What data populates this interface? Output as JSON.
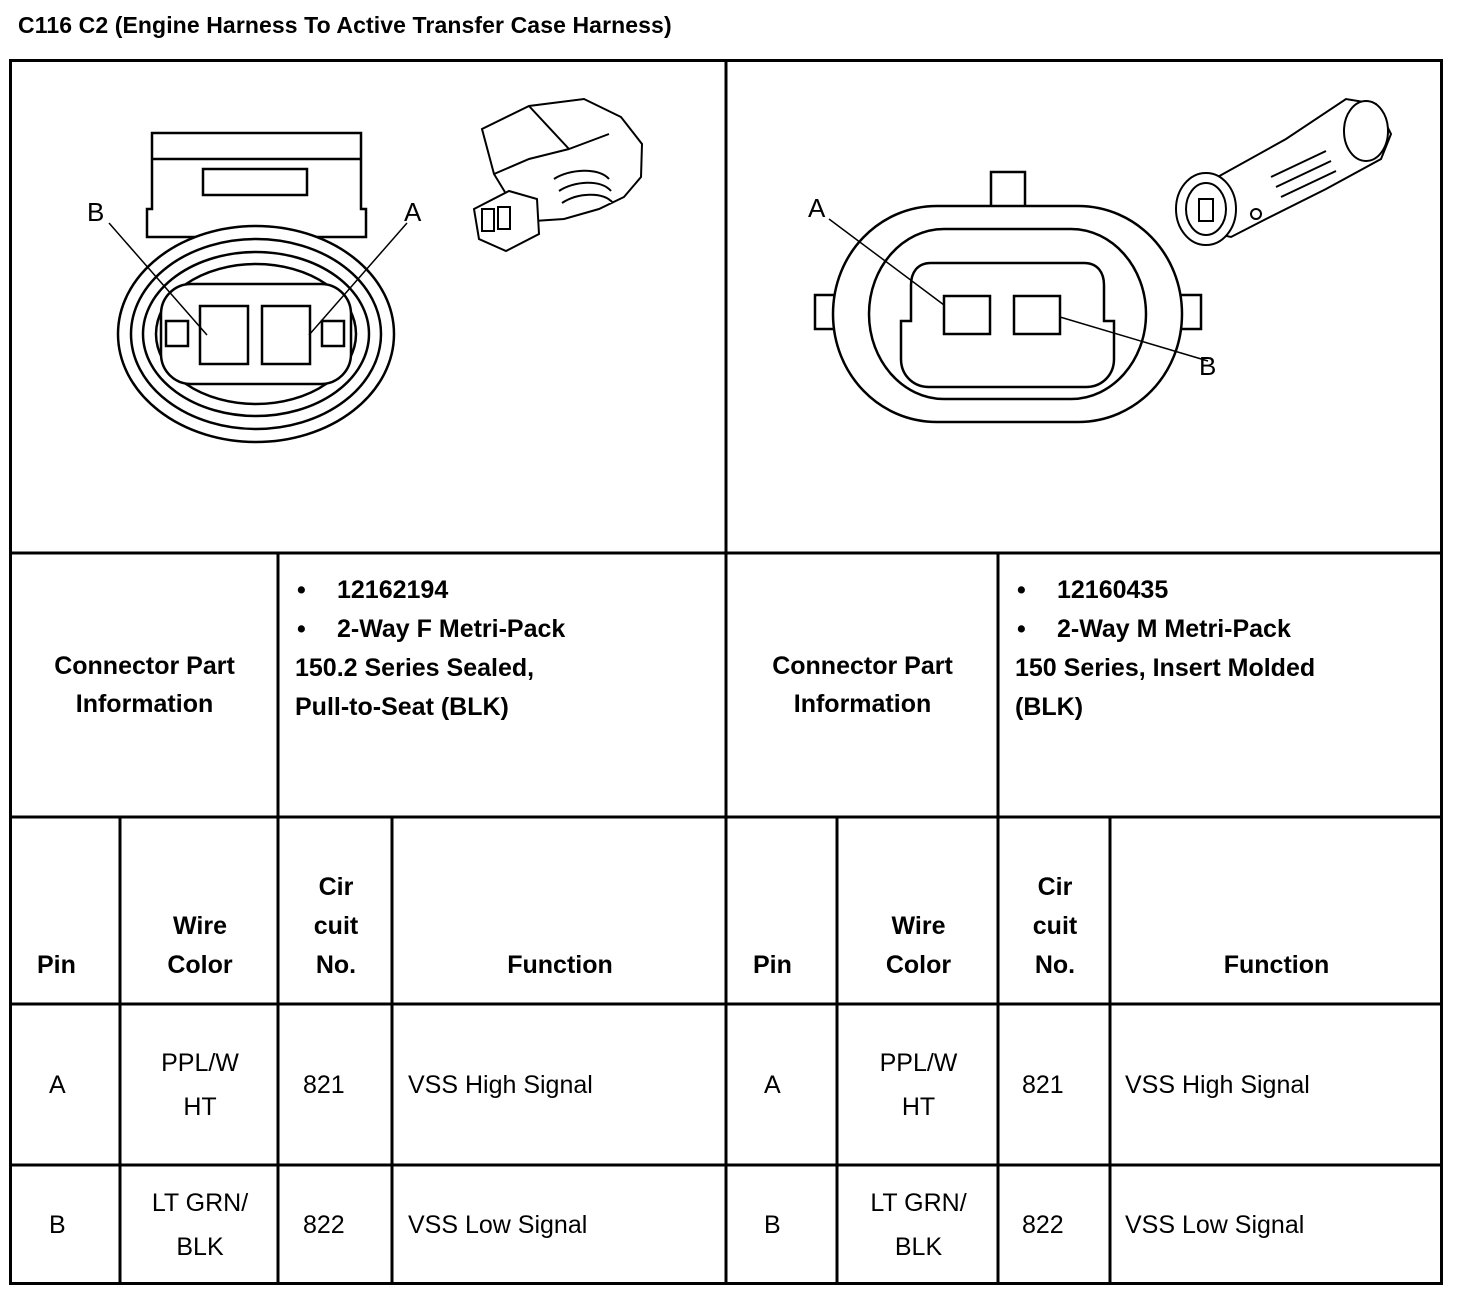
{
  "title": "C116 C2 (Engine Harness To Active Transfer Case Harness)",
  "connectors": [
    {
      "side": "left",
      "diagram_labels": {
        "pin_b": "B",
        "pin_a": "A"
      },
      "part_info_label_line1": "Connector Part",
      "part_info_label_line2": "Information",
      "part_number": "12162194",
      "part_desc_bullet": "2-Way F Metri-Pack",
      "part_desc_line2": "150.2 Series Sealed,",
      "part_desc_line3": "Pull-to-Seat (BLK)",
      "bullet_char": "•",
      "headers": {
        "pin": "Pin",
        "wire_color_1": "Wire",
        "wire_color_2": "Color",
        "circuit_1": "Cir",
        "circuit_2": "cuit",
        "circuit_3": "No.",
        "function": "Function"
      },
      "rows": [
        {
          "pin": "A",
          "wire_1": "PPL/W",
          "wire_2": "HT",
          "circuit": "821",
          "function": "VSS High Signal"
        },
        {
          "pin": "B",
          "wire_1": "LT GRN/",
          "wire_2": "BLK",
          "circuit": "822",
          "function": "VSS Low Signal"
        }
      ]
    },
    {
      "side": "right",
      "diagram_labels": {
        "pin_a": "A",
        "pin_b": "B"
      },
      "part_info_label_line1": "Connector Part",
      "part_info_label_line2": "Information",
      "part_number": "12160435",
      "part_desc_bullet": "2-Way M Metri-Pack",
      "part_desc_line2": "150 Series, Insert Molded",
      "part_desc_line3": "(BLK)",
      "bullet_char": "•",
      "headers": {
        "pin": "Pin",
        "wire_color_1": "Wire",
        "wire_color_2": "Color",
        "circuit_1": "Cir",
        "circuit_2": "cuit",
        "circuit_3": "No.",
        "function": "Function"
      },
      "rows": [
        {
          "pin": "A",
          "wire_1": "PPL/W",
          "wire_2": "HT",
          "circuit": "821",
          "function": "VSS High Signal"
        },
        {
          "pin": "B",
          "wire_1": "LT GRN/",
          "wire_2": "BLK",
          "circuit": "822",
          "function": "VSS Low Signal"
        }
      ]
    }
  ]
}
